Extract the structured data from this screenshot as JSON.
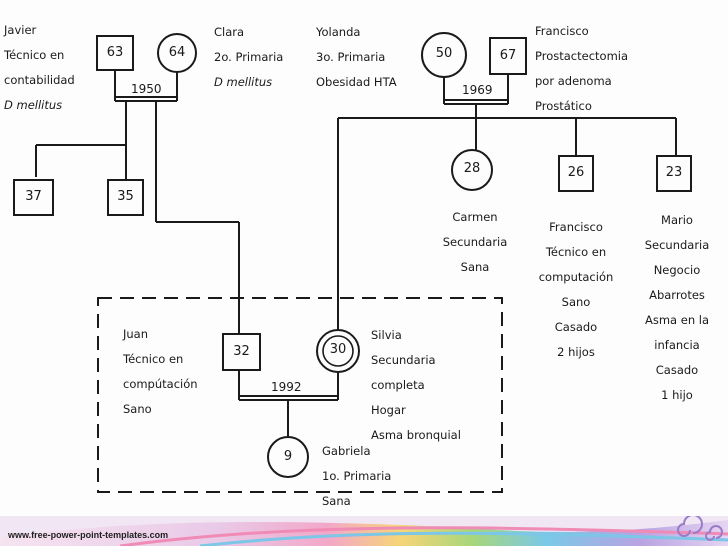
{
  "people": {
    "javier": {
      "age": "63",
      "lines": [
        "Javier",
        "Técnico en",
        "contabilidad",
        "D mellitus"
      ]
    },
    "clara": {
      "age": "64",
      "lines": [
        "Clara",
        "2o. Primaria",
        "D mellitus"
      ]
    },
    "yolanda": {
      "age": "50",
      "lines": [
        "Yolanda",
        "3o. Primaria",
        "Obesidad HTA"
      ]
    },
    "francisco_sr": {
      "age": "67",
      "lines": [
        "Francisco",
        "Prostactectomia",
        "por adenoma",
        "Prostático"
      ]
    },
    "child_37": {
      "age": "37"
    },
    "child_35": {
      "age": "35"
    },
    "carmen": {
      "age": "28",
      "lines": [
        "Carmen",
        "Secundaria",
        "Sana"
      ]
    },
    "francisco_jr": {
      "age": "26",
      "lines": [
        "Francisco",
        "Técnico en",
        "computación",
        "Sano",
        "Casado",
        "2 hijos"
      ]
    },
    "mario": {
      "age": "23",
      "lines": [
        "Mario",
        "Secundaria",
        "Negocio",
        "Abarrotes",
        "Asma en la",
        "infancia",
        "Casado",
        "1 hijo"
      ]
    },
    "juan": {
      "age": "32",
      "lines": [
        "Juan",
        "Técnico en",
        "compútación",
        "Sano"
      ]
    },
    "silvia": {
      "age": "30",
      "lines": [
        "Silvia",
        "Secundaria",
        "completa",
        "Hogar",
        "Asma bronquial"
      ]
    },
    "gabriela": {
      "age": "9",
      "lines": [
        "Gabriela",
        "1o. Primaria",
        "Sana"
      ]
    }
  },
  "marriages": {
    "left": "1950",
    "right": "1969",
    "bottom": "1992"
  },
  "footer": {
    "url": "www.free-power-point-templates.com"
  },
  "colors": {
    "ink": "#1a1a1a",
    "paper": "#fdfdfd"
  }
}
